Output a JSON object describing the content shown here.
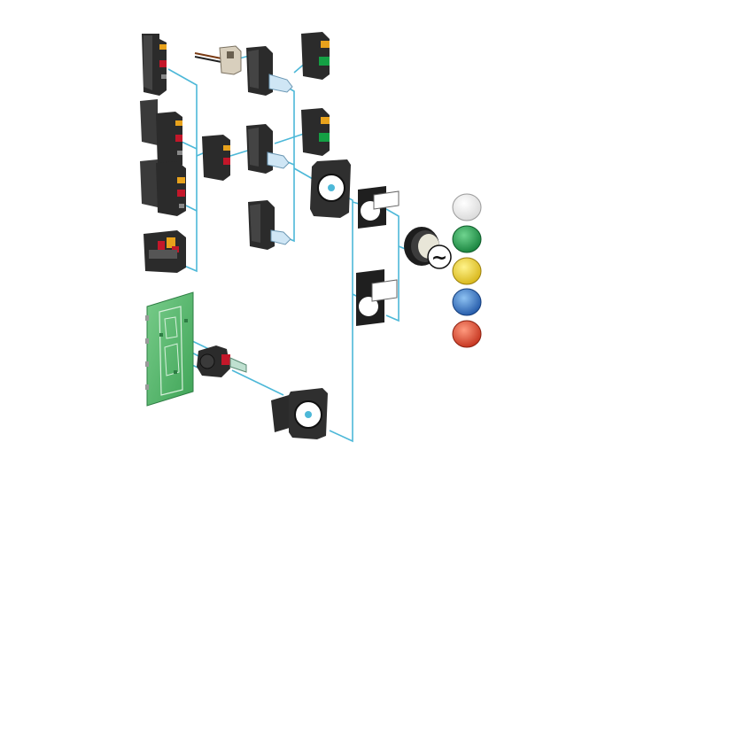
{
  "diagram": {
    "kind": "exploded-view",
    "symbols": {
      "ac_symbol": "~"
    },
    "contact_blocks": [
      "red",
      "red",
      "red",
      "red",
      "green",
      "green"
    ],
    "light_modules": [
      "light-module",
      "light-module",
      "light-module"
    ],
    "mounting_collars": [
      "mounting-collar",
      "mounting-collar"
    ],
    "legend_holders": [
      "legend-holder",
      "legend-holder"
    ],
    "lens_colors": [
      {
        "name": "white",
        "color": "#f2f2f2"
      },
      {
        "name": "green",
        "color": "#1e9a4a"
      },
      {
        "name": "yellow",
        "color": "#f1d323"
      },
      {
        "name": "blue",
        "color": "#2c6fc8"
      },
      {
        "name": "red",
        "color": "#e2472a"
      }
    ],
    "colors": {
      "connector_line": "#4db8d8",
      "part_body": "#2b2b2b",
      "part_highlight": "#555555",
      "contact_red": "#c3172a",
      "contact_green": "#14a044",
      "terminal_yellow": "#e8a21c",
      "pcb_green": "#55b86a",
      "pcb_light": "#8fd39b",
      "led_blue": "#cfe6f5"
    }
  }
}
